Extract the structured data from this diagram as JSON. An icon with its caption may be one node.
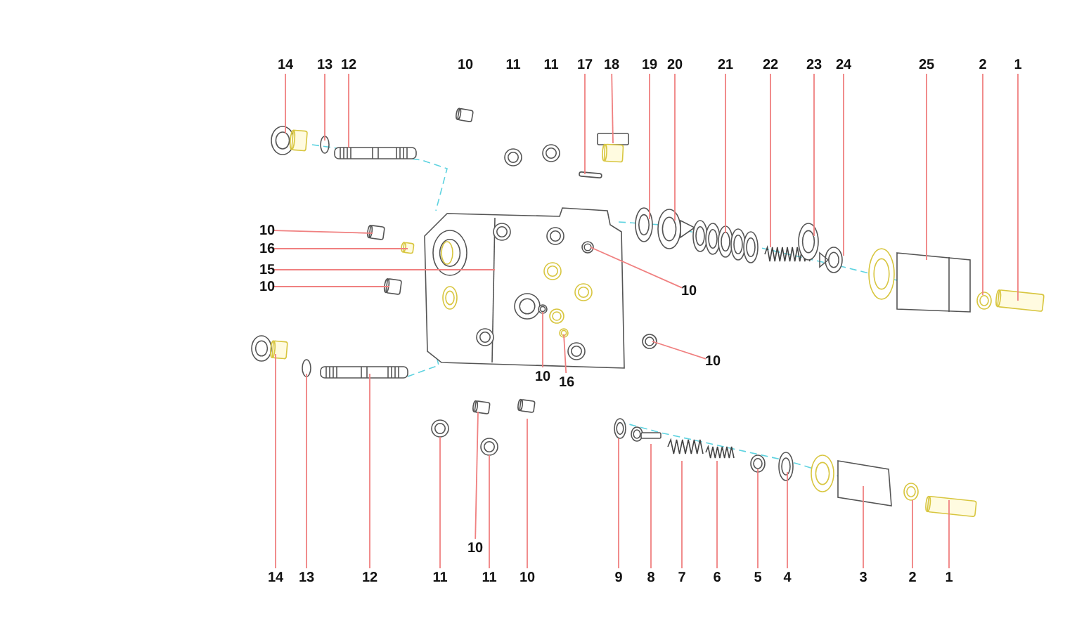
{
  "diagram": {
    "nodes": [
      {
        "text": [
          "14"
        ]
      },
      {
        "text": [
          "13"
        ]
      },
      {
        "text": [
          "12"
        ]
      },
      {
        "text": [
          "10"
        ]
      },
      {
        "text": [
          "11"
        ]
      },
      {
        "text": [
          "11"
        ]
      },
      {
        "text": [
          "17"
        ]
      },
      {
        "text": [
          "18"
        ]
      },
      {
        "text": [
          "19"
        ]
      },
      {
        "text": [
          "20"
        ]
      },
      {
        "text": [
          "21"
        ]
      },
      {
        "text": [
          "22"
        ]
      },
      {
        "text": [
          "23"
        ]
      },
      {
        "text": [
          "24"
        ]
      },
      {
        "text": [
          "25"
        ]
      },
      {
        "text": [
          "2"
        ]
      },
      {
        "text": [
          "1"
        ]
      },
      {
        "text": [
          "10"
        ]
      },
      {
        "text": [
          "16"
        ]
      },
      {
        "text": [
          "15"
        ]
      },
      {
        "text": [
          "10"
        ]
      },
      {
        "text": [
          "10"
        ]
      },
      {
        "text": [
          "10"
        ]
      },
      {
        "text": [
          "10"
        ]
      },
      {
        "text": [
          "16"
        ]
      },
      {
        "text": [
          "10"
        ]
      },
      {
        "text": [
          "14"
        ]
      },
      {
        "text": [
          "13"
        ]
      },
      {
        "text": [
          "12"
        ]
      },
      {
        "text": [
          "11"
        ]
      },
      {
        "text": [
          "11"
        ]
      },
      {
        "text": [
          "10"
        ]
      },
      {
        "text": [
          "9"
        ]
      },
      {
        "text": [
          "8"
        ]
      },
      {
        "text": [
          "7"
        ]
      },
      {
        "text": [
          "6"
        ]
      },
      {
        "text": [
          "5"
        ]
      },
      {
        "text": [
          "4"
        ]
      },
      {
        "text": [
          "3"
        ]
      },
      {
        "text": [
          "2"
        ]
      },
      {
        "text": [
          "1"
        ]
      }
    ],
    "edges": [
      {
        "from": 0,
        "to": null,
        "arrow": "none"
      },
      {
        "from": 1,
        "to": null,
        "arrow": "none"
      },
      {
        "from": 2,
        "to": null,
        "arrow": "none"
      },
      {
        "from": 6,
        "to": null,
        "arrow": "none"
      },
      {
        "from": 7,
        "to": null,
        "arrow": "none"
      },
      {
        "from": 8,
        "to": null,
        "arrow": "none"
      },
      {
        "from": 9,
        "to": null,
        "arrow": "none"
      },
      {
        "from": 10,
        "to": null,
        "arrow": "none"
      },
      {
        "from": 11,
        "to": null,
        "arrow": "none"
      },
      {
        "from": 12,
        "to": null,
        "arrow": "none"
      },
      {
        "from": 13,
        "to": null,
        "arrow": "none"
      },
      {
        "from": 14,
        "to": null,
        "arrow": "none"
      },
      {
        "from": 15,
        "to": null,
        "arrow": "none"
      },
      {
        "from": 16,
        "to": null,
        "arrow": "none"
      },
      {
        "from": 17,
        "to": null,
        "arrow": "none"
      },
      {
        "from": 18,
        "to": null,
        "arrow": "none"
      },
      {
        "from": 19,
        "to": null,
        "arrow": "none"
      },
      {
        "from": 20,
        "to": null,
        "arrow": "none"
      },
      {
        "from": 21,
        "to": null,
        "arrow": "none"
      },
      {
        "from": 22,
        "to": null,
        "arrow": "none"
      },
      {
        "from": 23,
        "to": null,
        "arrow": "none"
      },
      {
        "from": 24,
        "to": null,
        "arrow": "none"
      },
      {
        "from": 25,
        "to": null,
        "arrow": "none"
      },
      {
        "from": 26,
        "to": null,
        "arrow": "none"
      },
      {
        "from": 27,
        "to": null,
        "arrow": "none"
      },
      {
        "from": 28,
        "to": null,
        "arrow": "none"
      },
      {
        "from": 29,
        "to": null,
        "arrow": "none"
      },
      {
        "from": 30,
        "to": null,
        "arrow": "none"
      },
      {
        "from": 31,
        "to": null,
        "arrow": "none"
      },
      {
        "from": 32,
        "to": null,
        "arrow": "none"
      },
      {
        "from": 33,
        "to": null,
        "arrow": "none"
      },
      {
        "from": 34,
        "to": null,
        "arrow": "none"
      },
      {
        "from": 35,
        "to": null,
        "arrow": "none"
      },
      {
        "from": 36,
        "to": null,
        "arrow": "none"
      },
      {
        "from": 37,
        "to": null,
        "arrow": "none"
      },
      {
        "from": 38,
        "to": null,
        "arrow": "none"
      },
      {
        "from": 39,
        "to": null,
        "arrow": "none"
      },
      {
        "from": 40,
        "to": null,
        "arrow": "none"
      }
    ]
  }
}
